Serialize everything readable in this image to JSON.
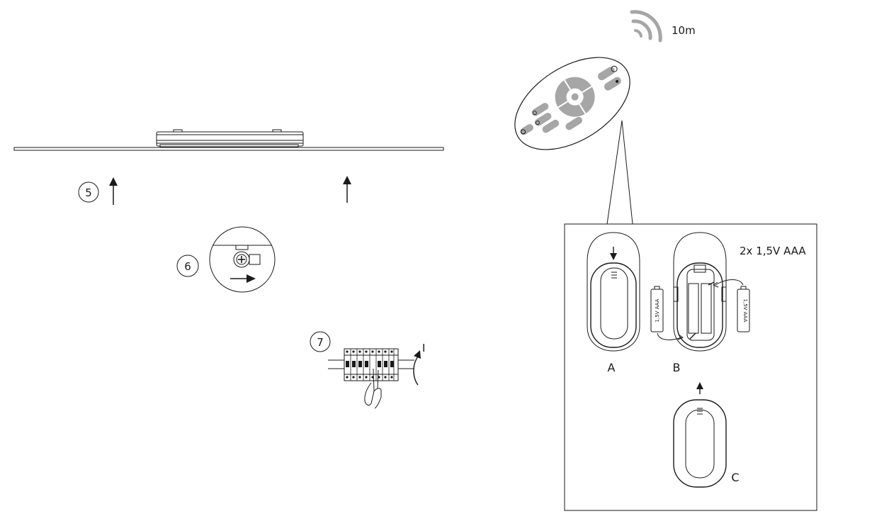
{
  "steps": {
    "step5": "5",
    "step6": "6",
    "step7": "7"
  },
  "breaker_mark": "I",
  "remote": {
    "range_label": "10m"
  },
  "battery_panel": {
    "battery_spec": "2x 1,5V AAA",
    "battery_text_a": "1,5V  AAA",
    "battery_text_b": "1,5V  AAA",
    "label_a": "A",
    "label_b": "B",
    "label_c": "C"
  },
  "colors": {
    "line": "#1a1a1a",
    "remote_button": "#a6a6a6",
    "background": "#ffffff"
  }
}
